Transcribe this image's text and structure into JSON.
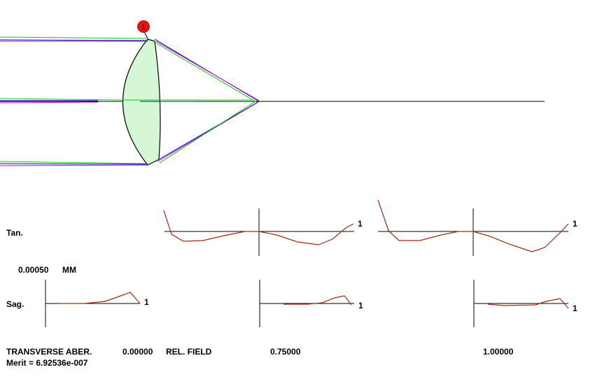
{
  "colors": {
    "ray_blue": "#0000cc",
    "ray_green": "#00cc00",
    "ray_purple": "#cc00cc",
    "lens_fill": "#d6f7d6",
    "curve": "#a02810",
    "axis": "#000000",
    "marker": "#ee1111"
  },
  "layout_diagram": {
    "surface_marker": "1"
  },
  "aberration_plots": {
    "tan_label": "Tan.",
    "sag_label": "Sag.",
    "scale_value": "0.00050",
    "scale_unit": "MM",
    "curve_label": "1",
    "transverse_label": "TRANSVERSE ABER.",
    "rel_field_label": "REL. FIELD",
    "merit_text": "Merit = 6.92536e-007",
    "fields": [
      "0.00000",
      "0.75000",
      "1.00000"
    ]
  }
}
